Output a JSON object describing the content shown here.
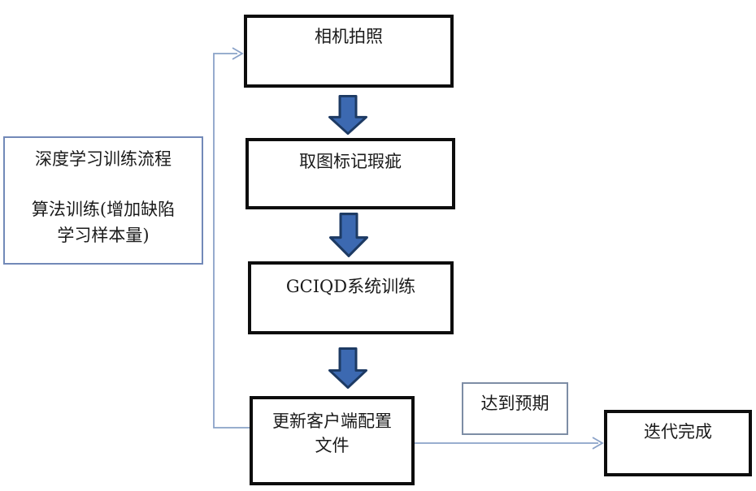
{
  "diagram": {
    "type": "flowchart",
    "background": "#ffffff",
    "nodes": {
      "camera": {
        "label": "相机拍照"
      },
      "mark_defects": {
        "label": "取图标记瑕疵"
      },
      "system_training": {
        "label": "GCIQD系统训练"
      },
      "update_config": {
        "line1": "更新客户端配置",
        "line2": "文件"
      },
      "iteration_done": {
        "label": "迭代完成"
      }
    },
    "side_note": {
      "line1": "深度学习训练流程",
      "line2": "算法训练(增加缺陷",
      "line3": "学习样本量)"
    },
    "branch_label": {
      "label": "达到预期"
    },
    "edges": [
      {
        "from": "camera",
        "to": "mark_defects",
        "style": "block-arrow-down"
      },
      {
        "from": "mark_defects",
        "to": "system_training",
        "style": "block-arrow-down"
      },
      {
        "from": "system_training",
        "to": "update_config",
        "style": "block-arrow-down"
      },
      {
        "from": "update_config",
        "to": "iteration_done",
        "style": "thin-line-arrow",
        "label": "达到预期"
      },
      {
        "from": "update_config",
        "to": "camera",
        "style": "thin-line-arrow-loop"
      }
    ],
    "colors": {
      "node_border": "#0d0d0d",
      "block_arrow_fill": "#3c69b1",
      "block_arrow_stroke": "#1d3a63",
      "connector_line": "#8aa2c8",
      "side_note_border": "#7289b8",
      "branch_label_border": "#7d8da5",
      "text": "#1a1a1a"
    }
  }
}
